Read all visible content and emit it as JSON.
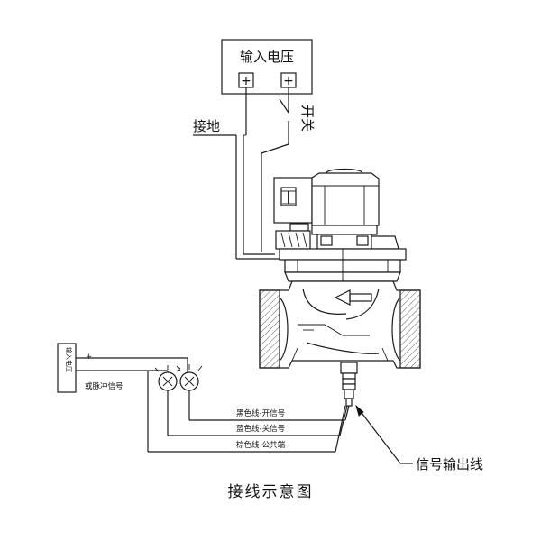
{
  "diagram": {
    "title": "接线示意图",
    "power_box": {
      "label": "输入电压",
      "terminal_plus_left": "+",
      "terminal_plus_right": "+"
    },
    "switch_label": "开关",
    "ground_label": "接地",
    "signal_output_label": "信号输出线",
    "side_box_label": "输入电压",
    "side_box_plus": "+",
    "side_box_minus": "−",
    "pulse_signal_label": "或脉冲信号",
    "wires": [
      {
        "label": "黑色线-开信号"
      },
      {
        "label": "蓝色线-关信号"
      },
      {
        "label": "棕色线-公共端"
      }
    ]
  }
}
